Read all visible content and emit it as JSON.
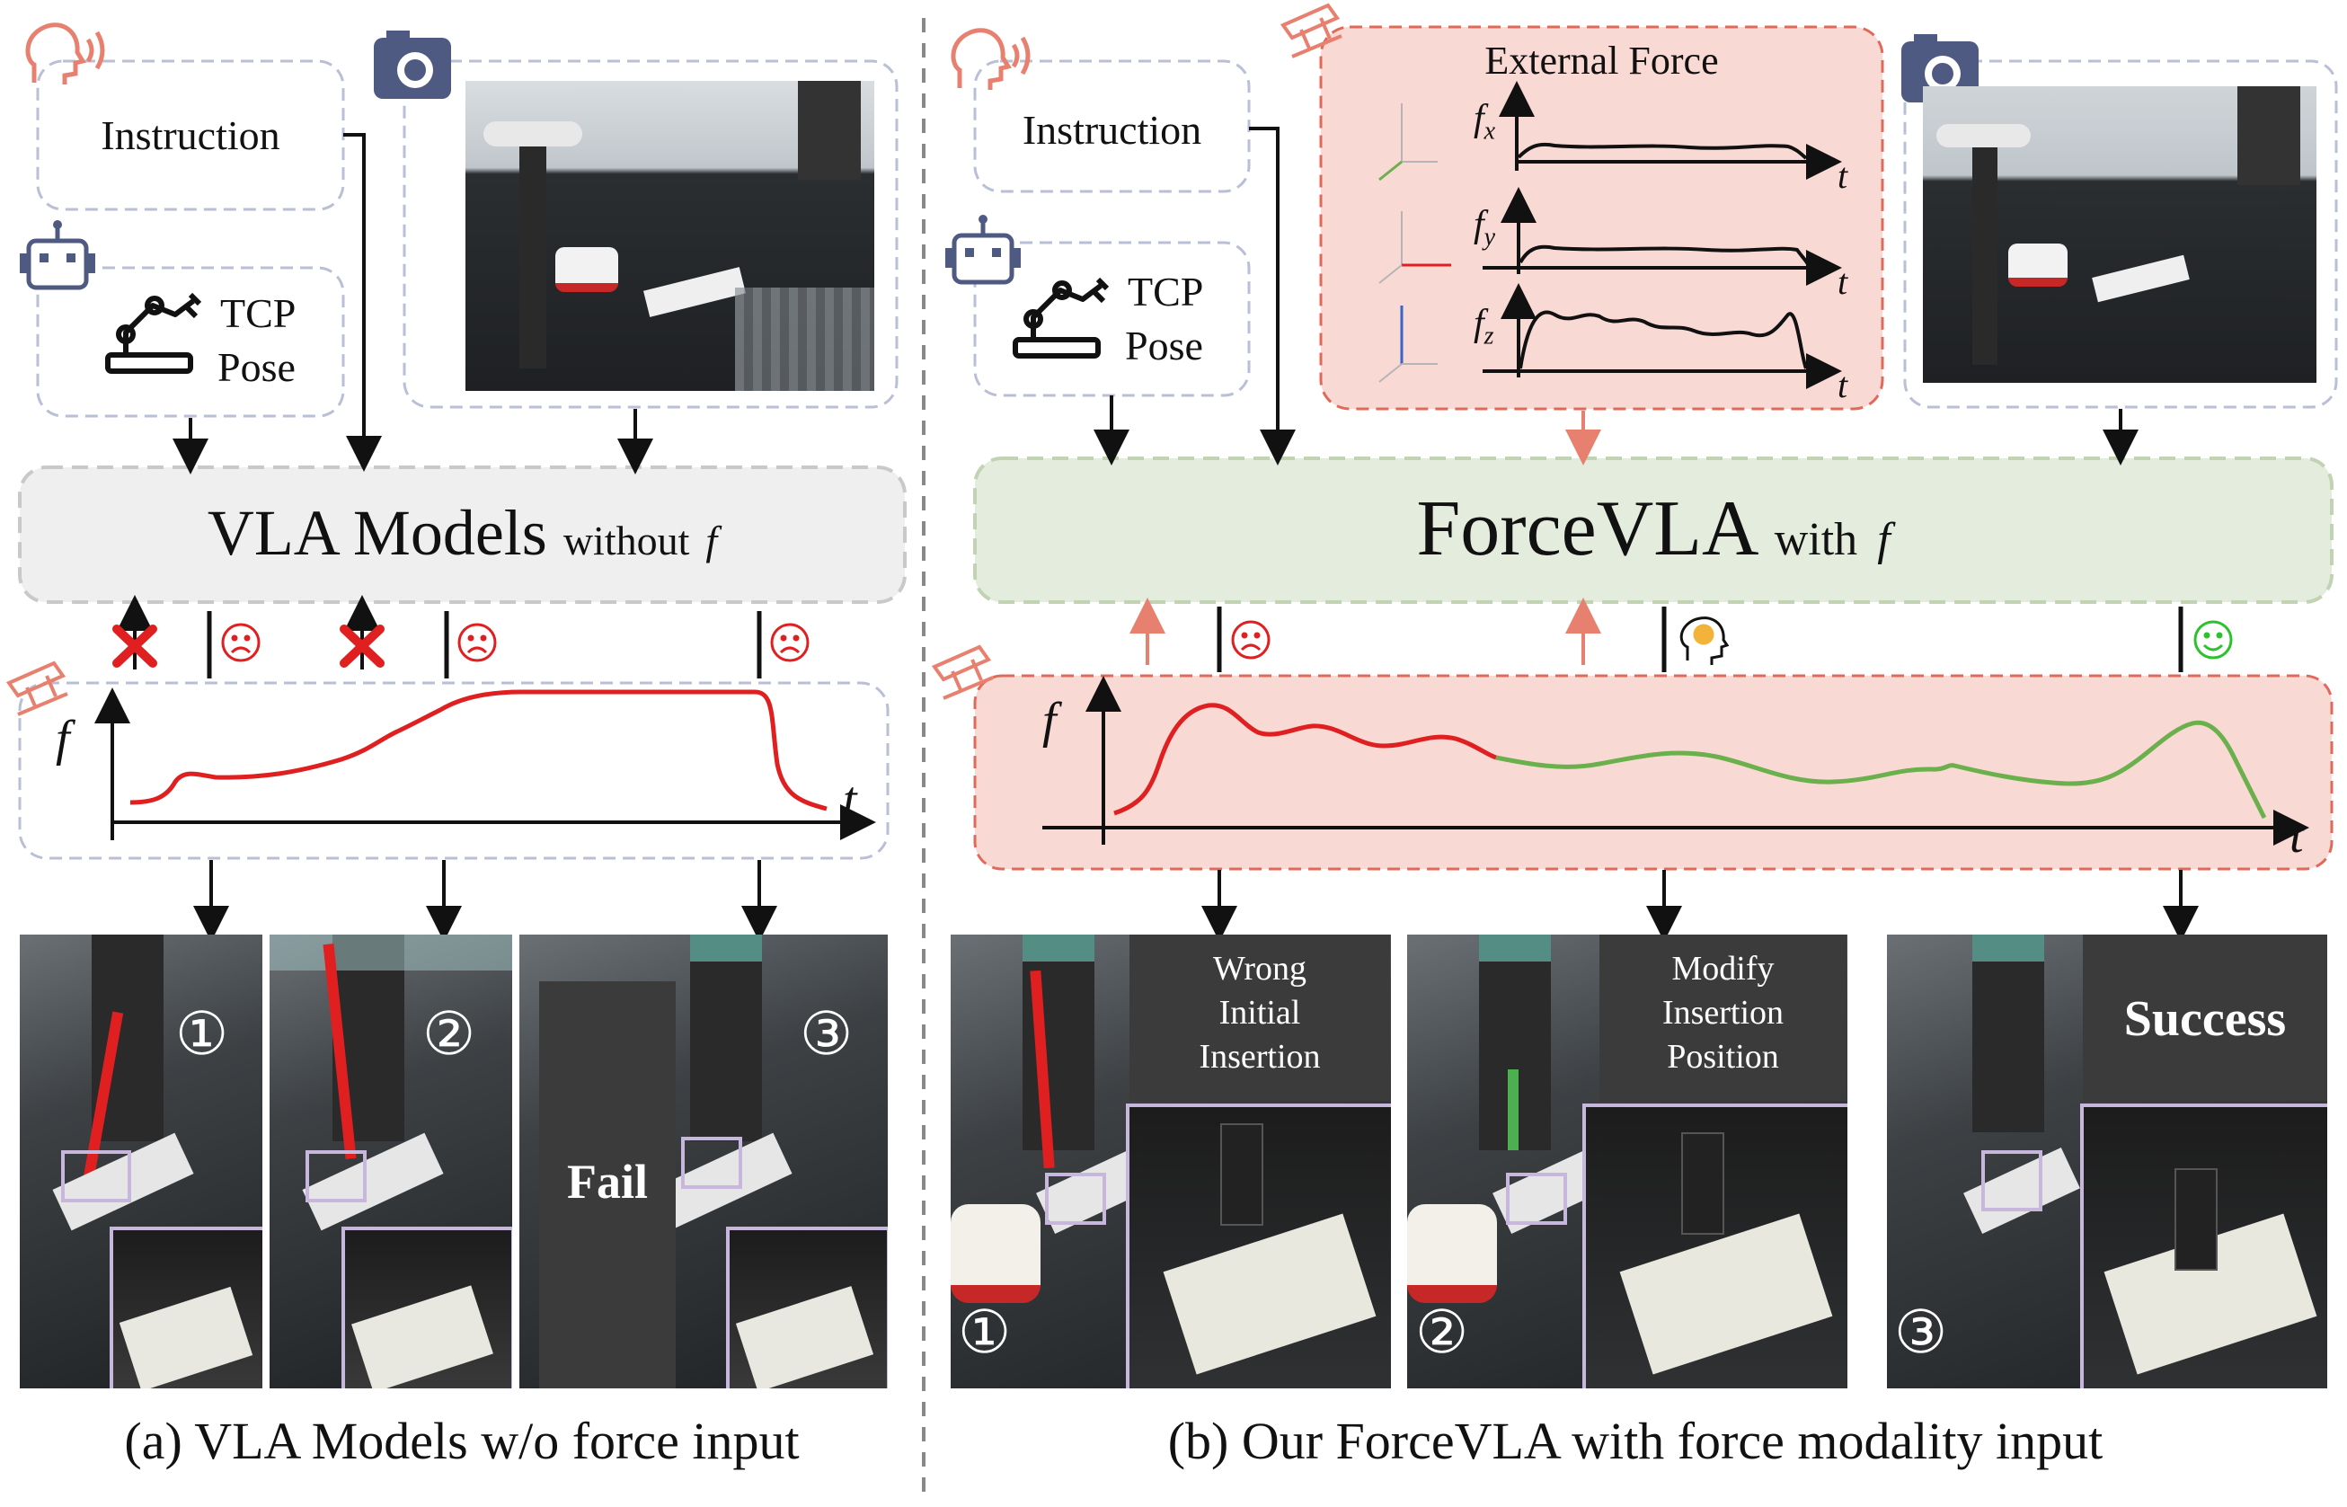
{
  "left": {
    "instruction": "Instruction",
    "tcp_line1": "TCP",
    "tcp_line2": "Pose",
    "model_main": "VLA Models",
    "model_sub": "without",
    "model_f": "f",
    "force_axis_y": "f",
    "force_axis_x": "t",
    "fail_label": "Fail",
    "steps": [
      "①",
      "②",
      "③"
    ],
    "caption": "(a) VLA Models w/o force input"
  },
  "right": {
    "instruction": "Instruction",
    "tcp_line1": "TCP",
    "tcp_line2": "Pose",
    "external_force_title": "External Force",
    "fx": "f",
    "fx_sub": "x",
    "fy": "f",
    "fy_sub": "y",
    "fz": "f",
    "fz_sub": "z",
    "t_label": "t",
    "model_main": "ForceVLA",
    "model_sub": "with",
    "model_f": "f",
    "force_axis_y": "f",
    "force_axis_x": "t",
    "panel1_text": [
      "Wrong",
      "Initial",
      "Insertion"
    ],
    "panel2_text": [
      "Modify",
      "Insertion",
      "Position"
    ],
    "panel3_text": "Success",
    "steps": [
      "①",
      "②",
      "③"
    ],
    "caption": "(b) Our ForceVLA with force modality input"
  },
  "colors": {
    "red": "#e02020",
    "green": "#6ab04c",
    "pink_bg": "#f9d9d4",
    "pink_border": "#e06a5a",
    "green_bg": "#e4ecdd",
    "gray_bg": "#efefef",
    "dashed_blue": "#b9bfd6",
    "dark_box": "#3b3b3b"
  }
}
